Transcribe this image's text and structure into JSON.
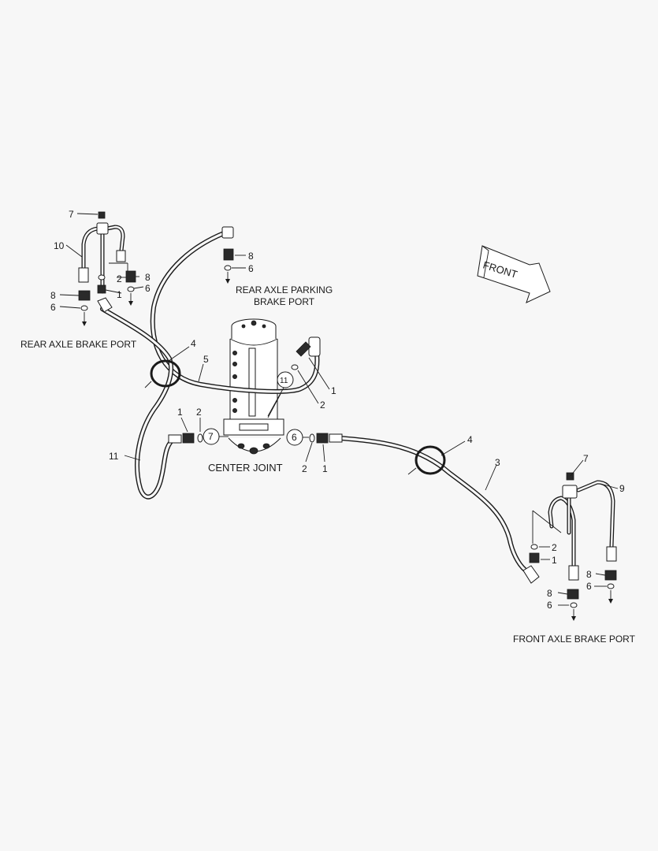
{
  "labels": {
    "rear_brake_port": "REAR AXLE BRAKE PORT",
    "rear_parking_port_line1": "REAR AXLE PARKING",
    "rear_parking_port_line2": "BRAKE PORT",
    "center_joint": "CENTER JOINT",
    "front_brake_port": "FRONT AXLE BRAKE PORT",
    "front_arrow": "FRONT"
  },
  "callouts": {
    "c7_top": "7",
    "c10": "10",
    "c2_rear": "2",
    "c8_rear_a": "8",
    "c6_rear_a": "6",
    "c1_rear": "1",
    "c8_rear_b": "8",
    "c6_rear_b": "6",
    "c8_park": "8",
    "c6_park": "6",
    "c4_left": "4",
    "c5": "5",
    "c11_circle_top": "11",
    "c1_cj_top": "1",
    "c2_cj_top": "2",
    "c1_cj_left": "1",
    "c2_cj_left": "2",
    "c7_circle": "7",
    "c6_circle": "6",
    "c2_cj_right": "2",
    "c1_cj_right": "1",
    "c11_left": "11",
    "c4_right": "4",
    "c3": "3",
    "c7_front": "7",
    "c9": "9",
    "c2_front": "2",
    "c1_front": "1",
    "c8_front_a": "8",
    "c6_front_a": "6",
    "c8_front_b": "8",
    "c6_front_b": "6"
  }
}
